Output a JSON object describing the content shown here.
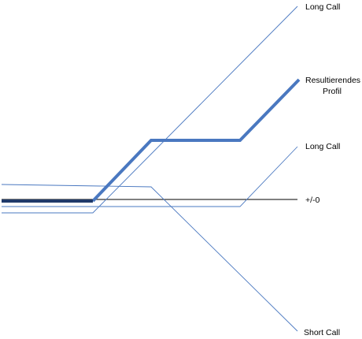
{
  "labels": {
    "long_call_1": "Long Call",
    "resultierendes_line1": "Resultierendes",
    "resultierendes_line2": "Profil",
    "long_call_2": "Long Call",
    "zero_line": "+/-0",
    "short_call": "Short Call"
  },
  "colors": {
    "thin_line": "#4a78c0",
    "profile": "#4a78c0",
    "flat_dark": "#1f3a6a",
    "zero_axis": "#000000"
  }
}
